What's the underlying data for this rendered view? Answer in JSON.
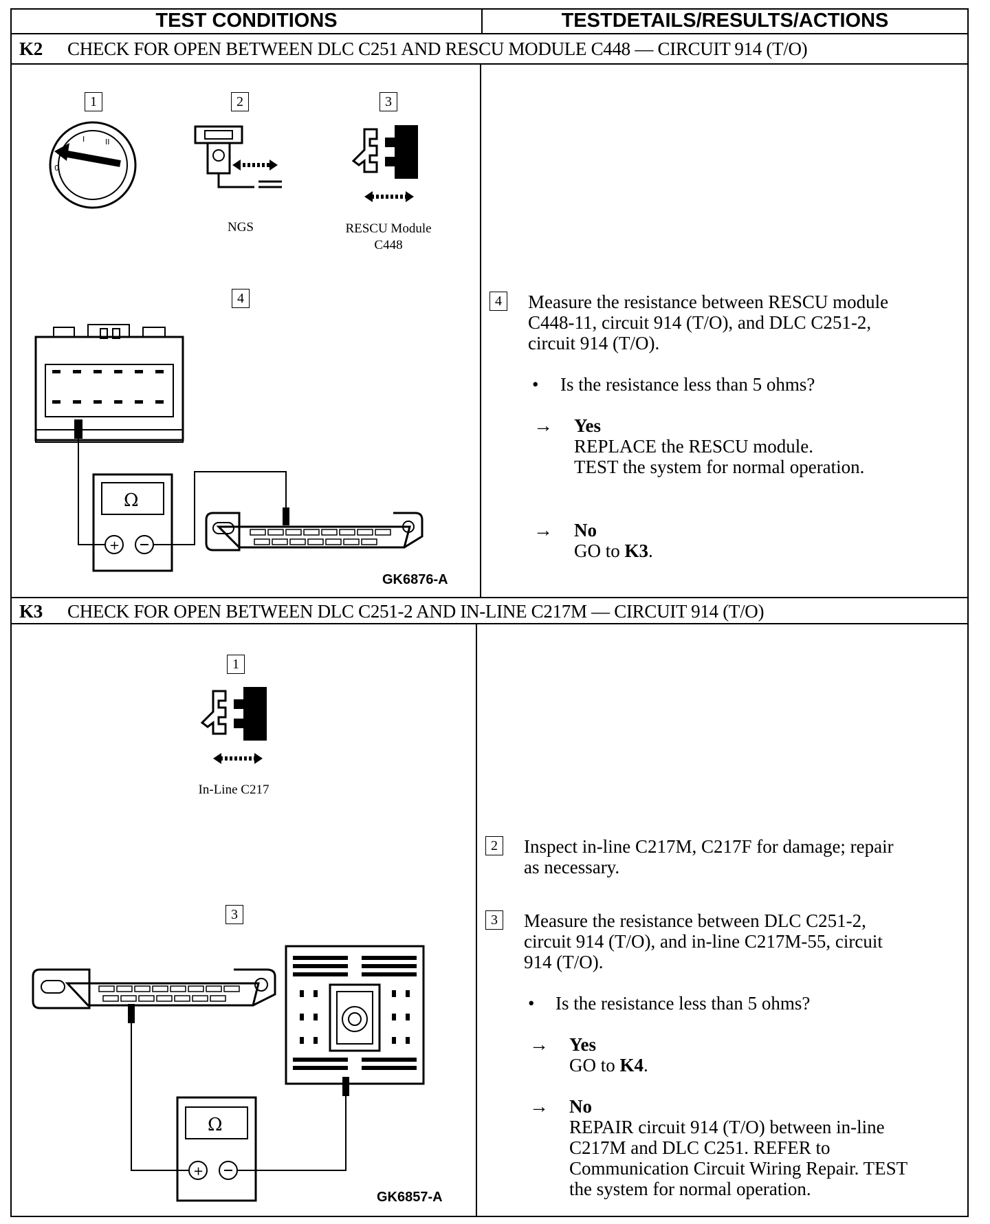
{
  "header": {
    "left": "TEST CONDITIONS",
    "right": "TESTDETAILS/RESULTS/ACTIONS"
  },
  "sections": [
    {
      "id": "K2",
      "title": "CHECK FOR OPEN BETWEEN DLC C251 AND RESCU MODULE C448 — CIRCUIT 914 (T/O)",
      "figure_labels": {
        "s1": "1",
        "s2": "2",
        "s3": "3",
        "s4": "4",
        "ngs": "NGS",
        "module_l1": "RESCU Module",
        "module_l2": "C448",
        "ohm": "Ω",
        "code": "GK6876-A"
      },
      "step": "4",
      "instruction": [
        "Measure the resistance between RESCU module",
        "C448-11, circuit 914 (T/O), and DLC C251-2,",
        "circuit 914 (T/O)."
      ],
      "question": "Is the resistance less than 5 ohms?",
      "yes_label": "Yes",
      "yes_lines": [
        "REPLACE the RESCU module.",
        "TEST the system for normal operation."
      ],
      "no_label": "No",
      "no_prefix": "GO to ",
      "no_target": "K3",
      "no_suffix": "."
    },
    {
      "id": "K3",
      "title": "CHECK FOR OPEN BETWEEN DLC C251-2 AND IN-LINE C217M — CIRCUIT 914 (T/O)",
      "figure_labels": {
        "s1": "1",
        "s3": "3",
        "inline": "In-Line C217",
        "ohm": "Ω",
        "code": "GK6857-A"
      },
      "step2": "2",
      "inspect": [
        "Inspect in-line C217M, C217F for damage; repair",
        "as necessary."
      ],
      "step3": "3",
      "instruction": [
        "Measure the resistance between DLC C251-2,",
        "circuit 914 (T/O), and in-line C217M-55, circuit",
        "914 (T/O)."
      ],
      "question": "Is the resistance less than 5 ohms?",
      "yes_label": "Yes",
      "yes_prefix": "GO to ",
      "yes_target": "K4",
      "yes_suffix": ".",
      "no_label": "No",
      "no_lines": [
        "REPAIR circuit 914 (T/O) between in-line",
        "C217M and DLC C251. REFER to",
        "Communication Circuit Wiring Repair. TEST",
        "the system for normal operation."
      ]
    }
  ],
  "bullet_glyph": "•",
  "arrow_glyph": "→"
}
